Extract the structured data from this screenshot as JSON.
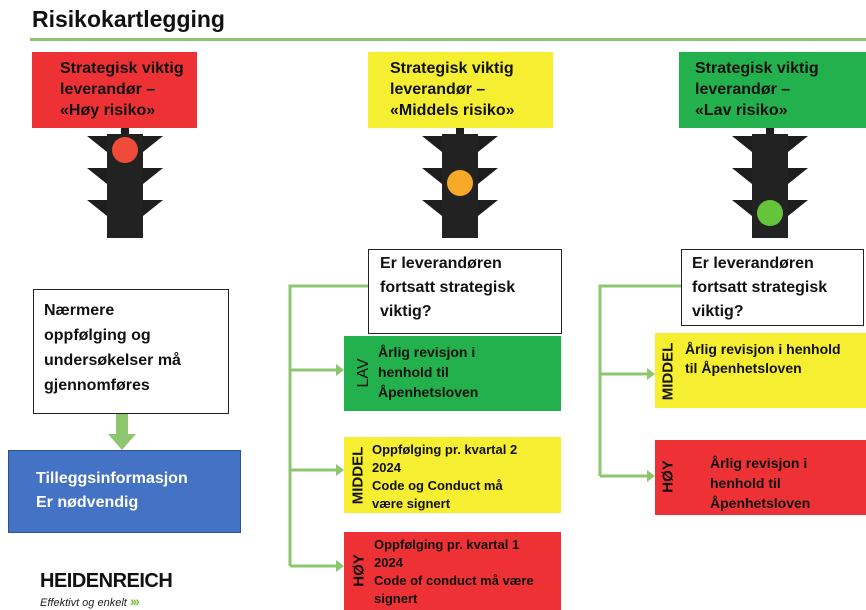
{
  "page": {
    "title": "Risikokartlegging"
  },
  "colors": {
    "red": "#ee3134",
    "yellow": "#f5ee31",
    "green": "#22b14c",
    "blue": "#4472c4",
    "connector": "#8dc66f"
  },
  "columns": [
    {
      "header": "Strategisk viktig\nleverandør –\n«Høy risiko»",
      "light": "red"
    },
    {
      "header": "Strategisk viktig\nleverandør –\n«Middels risiko»",
      "light": "yellow"
    },
    {
      "header": "Strategisk viktig\nleverandør –\n«Lav risiko»",
      "light": "green"
    }
  ],
  "left": {
    "followup": "Nærmere\noppfølging og\nundersøkelser må\ngjennomføres",
    "info": "Tilleggsinformasjon\nEr nødvendig"
  },
  "middle": {
    "question": "Er leverandøren\nfortsatt strategisk\nviktig?",
    "options": [
      {
        "label": "LAV",
        "text": "Årlig revisjon i\nhenhold til\nÅpenhetsloven"
      },
      {
        "label": "MIDDEL",
        "text": "Oppfølging pr. kvartal 2\n2024\nCode og Conduct må\nvære signert"
      },
      {
        "label": "HØY",
        "text": "Oppfølging pr. kvartal 1\n2024\nCode of conduct må være\nsignert"
      }
    ]
  },
  "right": {
    "question": "Er leverandøren\nfortsatt strategisk\nviktig?",
    "options": [
      {
        "label": "MIDDEL",
        "text": "Årlig revisjon i henhold\ntil Åpenhetsloven"
      },
      {
        "label": "HØY",
        "text": "Årlig revisjon i\nhenhold til\nÅpenhetsloven"
      }
    ]
  },
  "logo": {
    "name": "HEIDENREICH",
    "tagline": "Effektivt og enkelt",
    "chevrons": "›››"
  }
}
